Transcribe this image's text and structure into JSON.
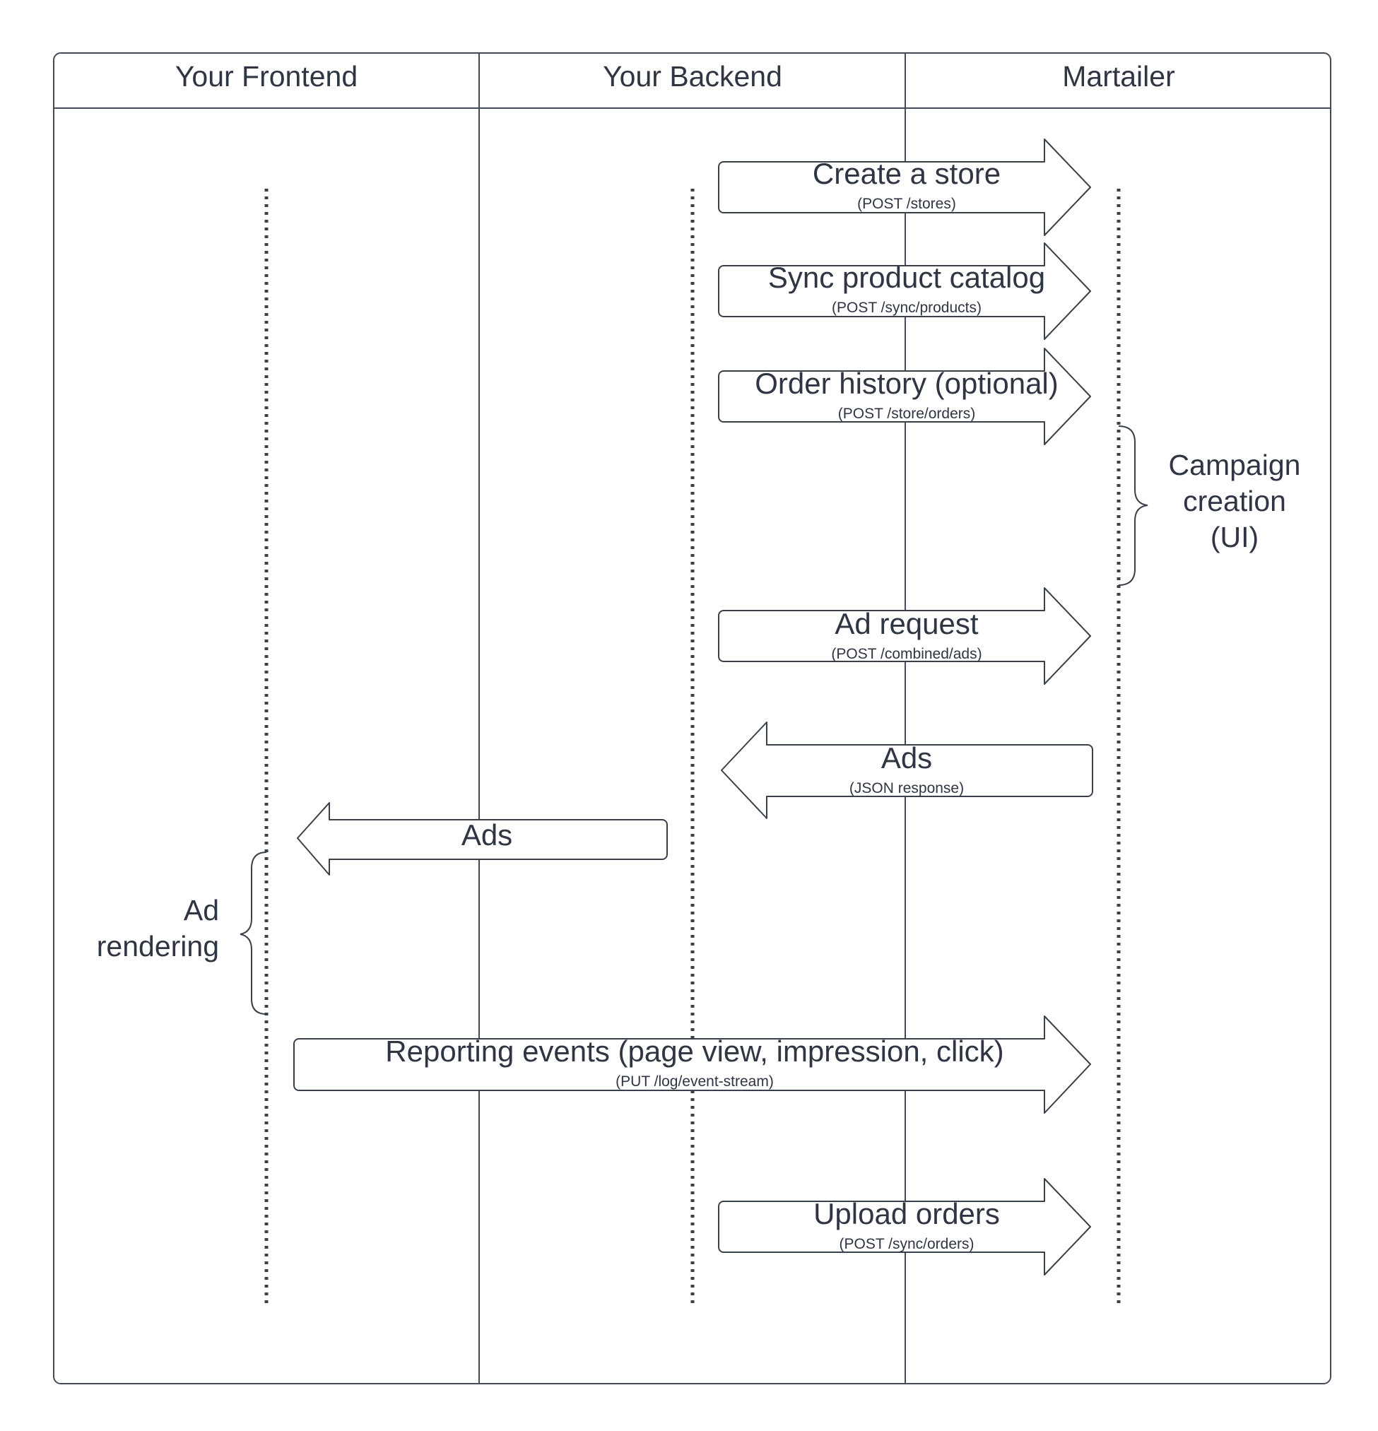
{
  "lanes": [
    {
      "id": "frontend",
      "title": "Your Frontend"
    },
    {
      "id": "backend",
      "title": "Your Backend"
    },
    {
      "id": "martailer",
      "title": "Martailer"
    }
  ],
  "messages": [
    {
      "id": "create-store",
      "from": "backend",
      "to": "martailer",
      "label": "Create a store",
      "sublabel": "(POST /stores)"
    },
    {
      "id": "sync-catalog",
      "from": "backend",
      "to": "martailer",
      "label": "Sync product catalog",
      "sublabel": "(POST /sync/products)"
    },
    {
      "id": "order-history",
      "from": "backend",
      "to": "martailer",
      "label": "Order history (optional)",
      "sublabel": "(POST /store/orders)"
    },
    {
      "id": "ad-request",
      "from": "backend",
      "to": "martailer",
      "label": "Ad request",
      "sublabel": "(POST /combined/ads)"
    },
    {
      "id": "ads-response",
      "from": "martailer",
      "to": "backend",
      "label": "Ads",
      "sublabel": "(JSON response)"
    },
    {
      "id": "ads-to-frontend",
      "from": "backend",
      "to": "frontend",
      "label": "Ads",
      "sublabel": ""
    },
    {
      "id": "reporting-events",
      "from": "frontend",
      "to": "martailer",
      "label": "Reporting events (page view, impression, click)",
      "sublabel": "(PUT /log/event-stream)"
    },
    {
      "id": "upload-orders",
      "from": "backend",
      "to": "martailer",
      "label": "Upload orders",
      "sublabel": "(POST /sync/orders)"
    }
  ],
  "annotations": [
    {
      "id": "campaign-creation",
      "lane": "martailer",
      "lines": [
        "Campaign",
        "creation",
        "(UI)"
      ]
    },
    {
      "id": "ad-rendering",
      "lane": "frontend",
      "lines": [
        "Ad",
        "rendering"
      ]
    }
  ],
  "colors": {
    "stroke": "#3a404a",
    "text": "#2f3542",
    "background": "#ffffff"
  }
}
